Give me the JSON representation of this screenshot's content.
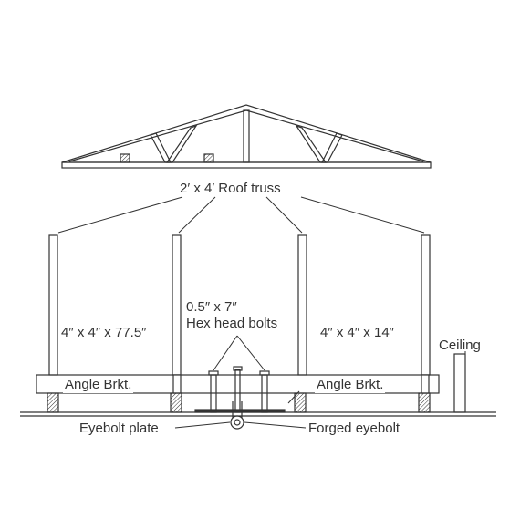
{
  "labels": {
    "truss": "2′ x 4′ Roof truss",
    "post_left": "4″ x 4″ x 77.5″",
    "bolts_line1": "0.5″ x 7″",
    "bolts_line2": "Hex head bolts",
    "post_right": "4″ x 4″ x 14″",
    "ceiling": "Ceiling",
    "angle_left": "Angle Brkt.",
    "angle_right": "Angle Brkt.",
    "eyebolt_plate": "Eyebolt plate",
    "forged_eyebolt": "Forged eyebolt"
  },
  "colors": {
    "line": "#333333",
    "background": "#ffffff"
  }
}
